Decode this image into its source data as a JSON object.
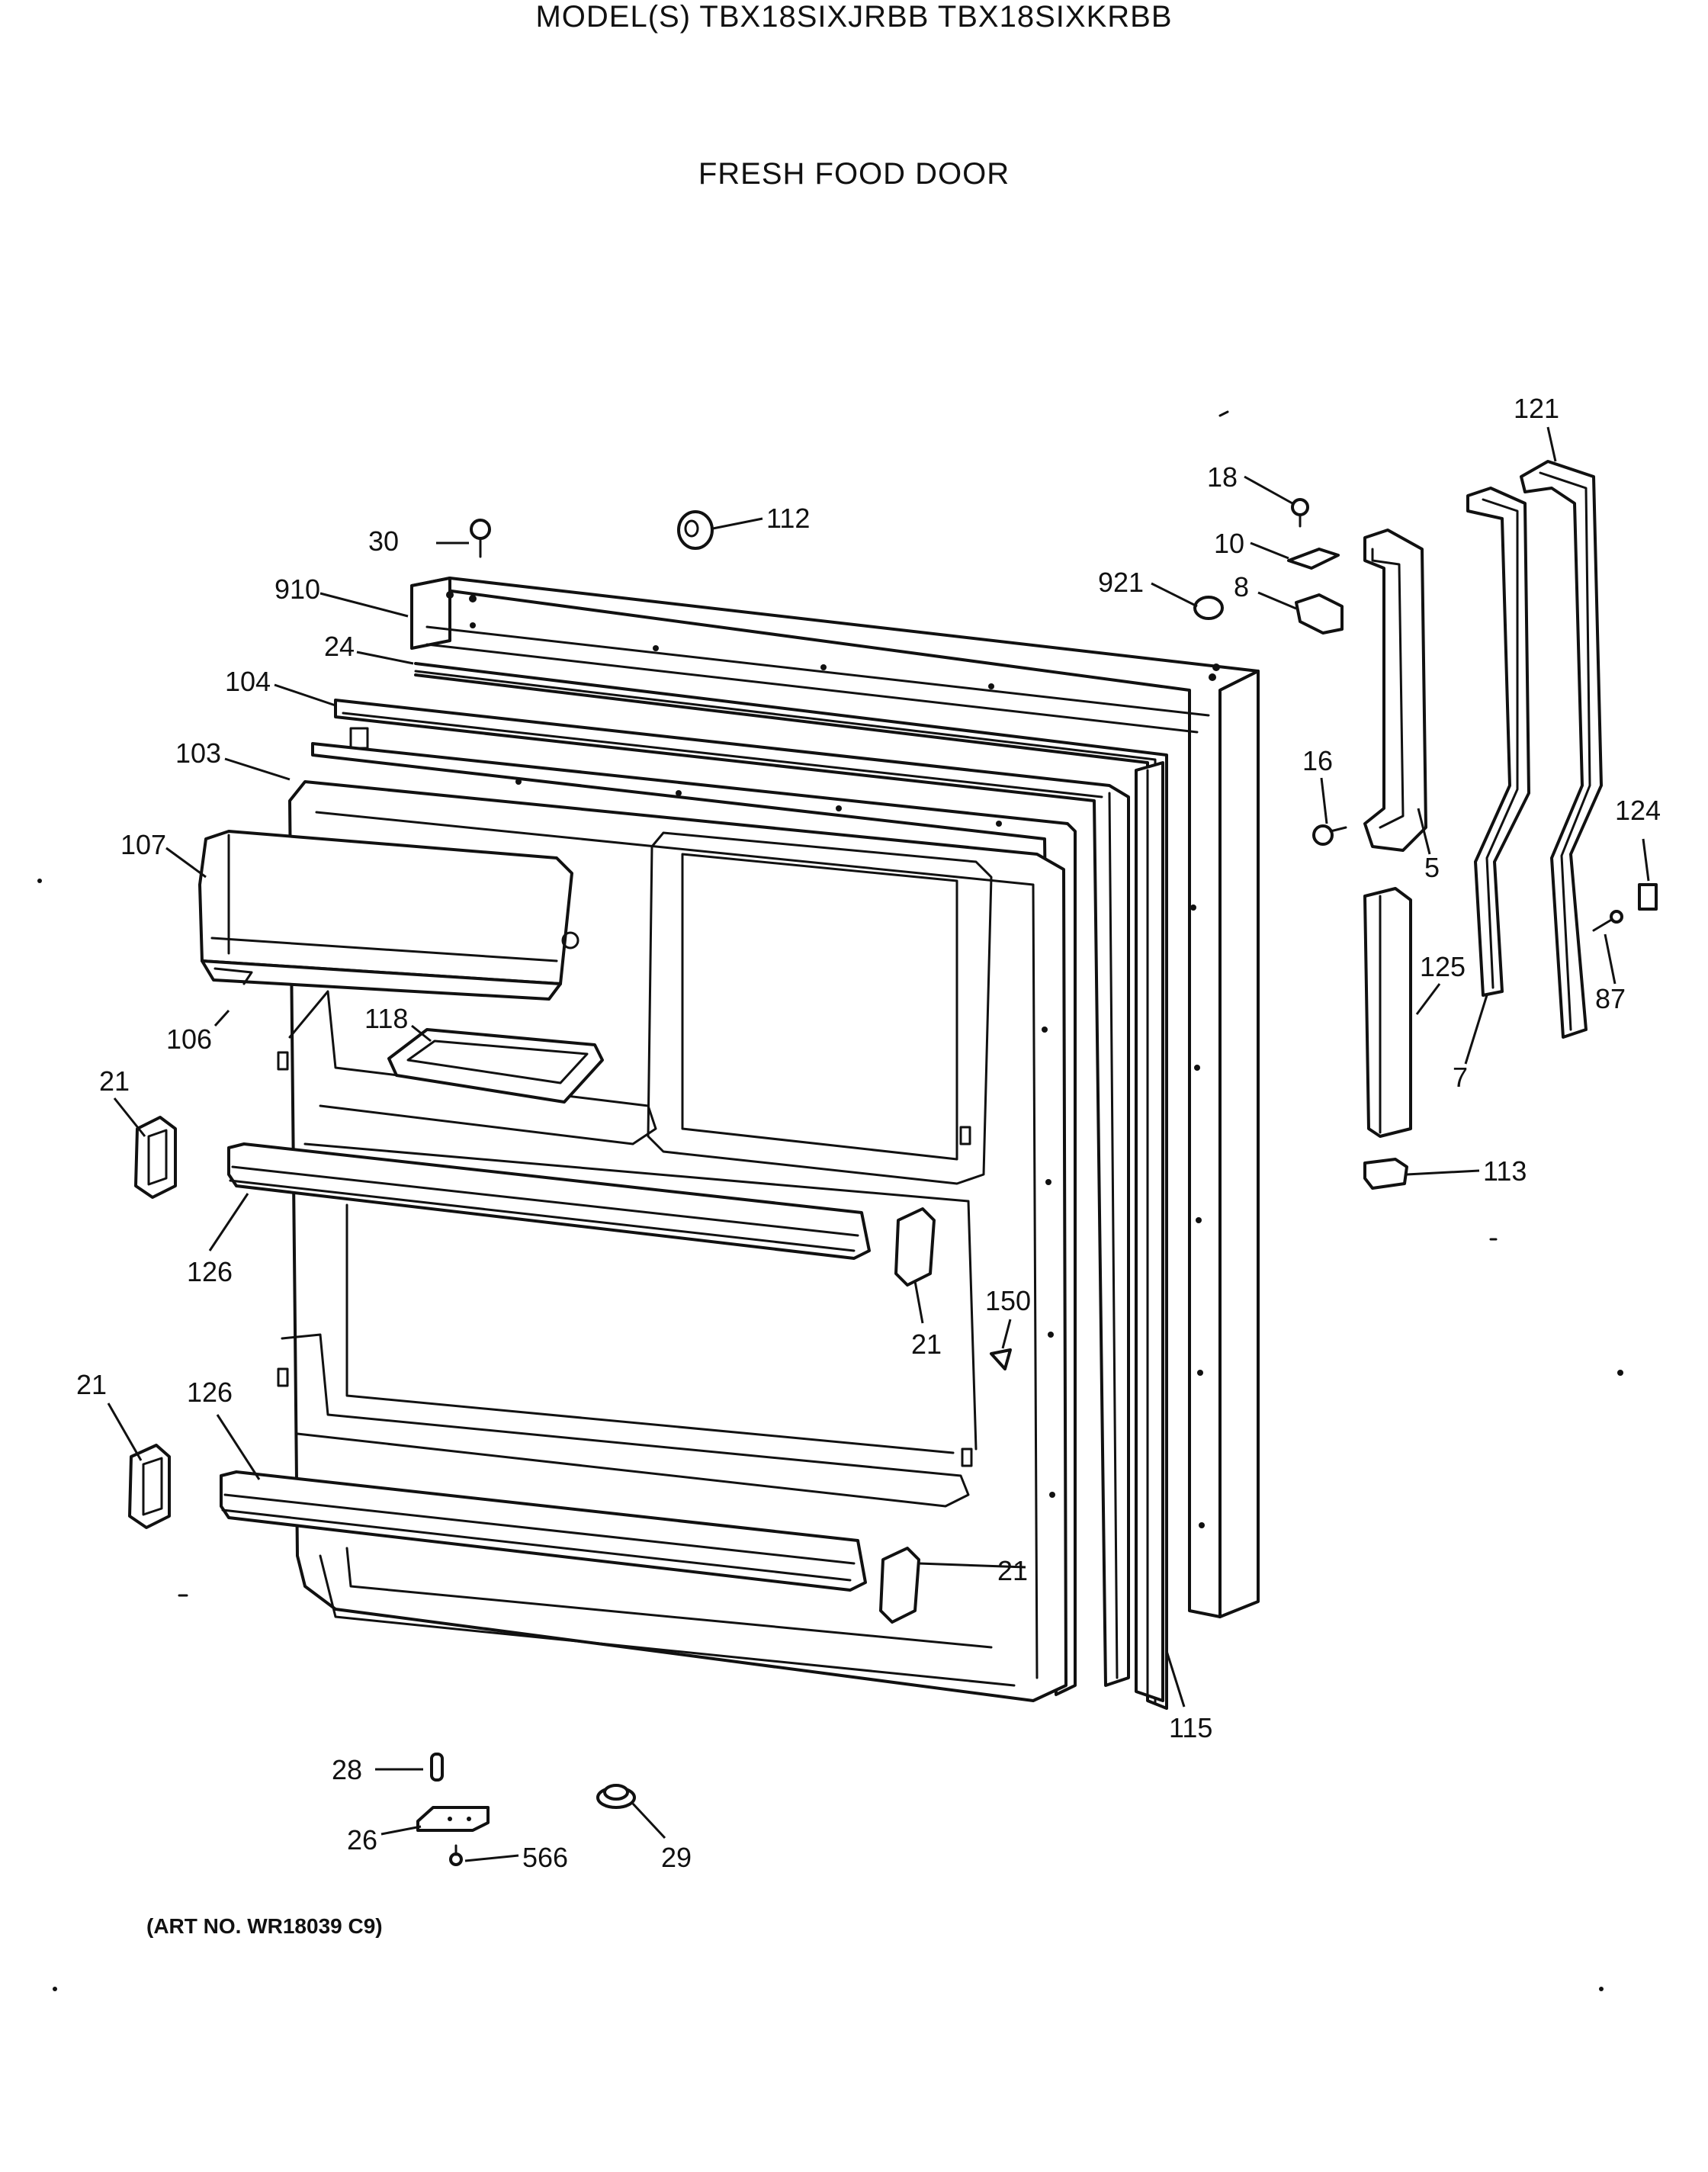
{
  "header": {
    "model_title": "MODEL(S) TBX18SIXJRBB  TBX18SIXKRBB",
    "section_title": "FRESH FOOD DOOR"
  },
  "footer": {
    "art_number": "(ART NO. WR18039 C9)"
  },
  "callouts": [
    {
      "id": "c121",
      "text": "121"
    },
    {
      "id": "c18",
      "text": "18"
    },
    {
      "id": "c10",
      "text": "10"
    },
    {
      "id": "c921",
      "text": "921"
    },
    {
      "id": "c8",
      "text": "8"
    },
    {
      "id": "c112",
      "text": "112"
    },
    {
      "id": "c30",
      "text": "30"
    },
    {
      "id": "c910",
      "text": "910"
    },
    {
      "id": "c24",
      "text": "24"
    },
    {
      "id": "c104",
      "text": "104"
    },
    {
      "id": "c103",
      "text": "103"
    },
    {
      "id": "c16",
      "text": "16"
    },
    {
      "id": "c5",
      "text": "5"
    },
    {
      "id": "c124",
      "text": "124"
    },
    {
      "id": "c107",
      "text": "107"
    },
    {
      "id": "c125",
      "text": "125"
    },
    {
      "id": "c87",
      "text": "87"
    },
    {
      "id": "c7",
      "text": "7"
    },
    {
      "id": "c118",
      "text": "118"
    },
    {
      "id": "c106",
      "text": "106"
    },
    {
      "id": "c21a",
      "text": "21"
    },
    {
      "id": "c113",
      "text": "113"
    },
    {
      "id": "c126a",
      "text": "126"
    },
    {
      "id": "c150",
      "text": "150"
    },
    {
      "id": "c21b",
      "text": "21"
    },
    {
      "id": "c21c",
      "text": "21"
    },
    {
      "id": "c126b",
      "text": "126"
    },
    {
      "id": "c21d",
      "text": "21"
    },
    {
      "id": "c115",
      "text": "115"
    },
    {
      "id": "c28",
      "text": "28"
    },
    {
      "id": "c26",
      "text": "26"
    },
    {
      "id": "c566",
      "text": "566"
    },
    {
      "id": "c29",
      "text": "29"
    }
  ]
}
